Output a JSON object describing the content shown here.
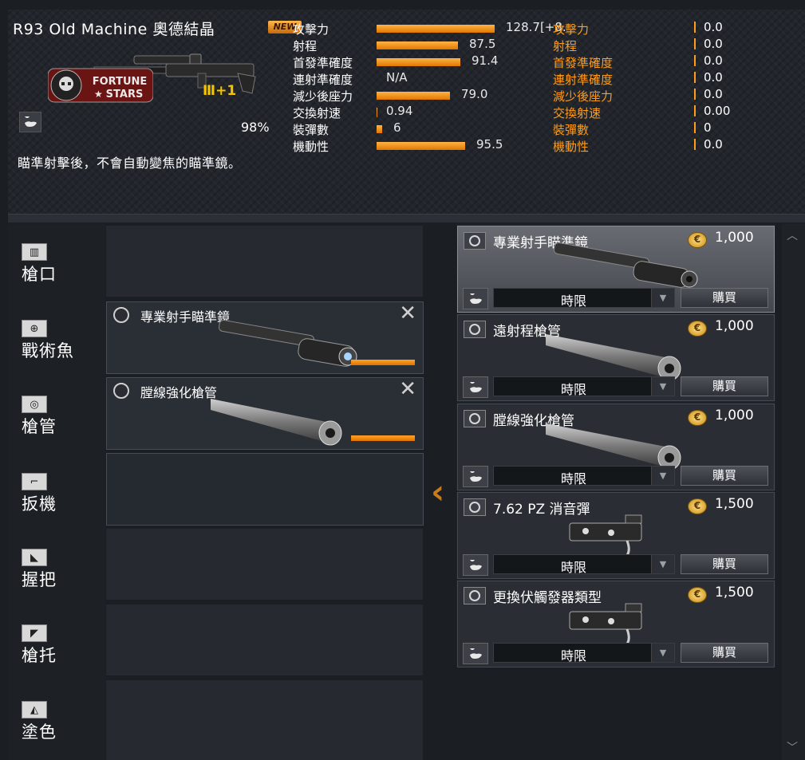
{
  "weapon": {
    "title": "R93 Old Machine 奧德結晶",
    "new_badge": "NEW",
    "brand_line1": "FORTUNE",
    "brand_line2": "STARS",
    "ammo_bonus": "+1",
    "durability": "98%",
    "description": "瞄準射擊後，不會自動變焦的瞄準鏡。"
  },
  "stats": [
    {
      "label": "攻擊力",
      "value": "128.7[+8.",
      "bar": 0.87
    },
    {
      "label": "射程",
      "value": "87.5",
      "bar": 0.6
    },
    {
      "label": "首發準確度",
      "value": "91.4",
      "bar": 0.62
    },
    {
      "label": "連射準確度",
      "value": "N/A",
      "bar": 0
    },
    {
      "label": "減少後座力",
      "value": "79.0",
      "bar": 0.54
    },
    {
      "label": "交換射速",
      "value": "0.94",
      "bar": 0.01
    },
    {
      "label": "裝彈數",
      "value": "6",
      "bar": 0.04
    },
    {
      "label": "機動性",
      "value": "95.5",
      "bar": 0.65
    }
  ],
  "mods": [
    {
      "label": "攻擊力",
      "value": "0.0"
    },
    {
      "label": "射程",
      "value": "0.0"
    },
    {
      "label": "首發準確度",
      "value": "0.0"
    },
    {
      "label": "連射準確度",
      "value": "0.0"
    },
    {
      "label": "減少後座力",
      "value": "0.0"
    },
    {
      "label": "交換射速",
      "value": "0.00"
    },
    {
      "label": "裝彈數",
      "value": "0"
    },
    {
      "label": "機動性",
      "value": "0.0"
    }
  ],
  "categories": [
    {
      "label": "槍口",
      "icon": "muzzle-icon"
    },
    {
      "label": "戰術魚",
      "icon": "scope-icon"
    },
    {
      "label": "槍管",
      "icon": "barrel-icon"
    },
    {
      "label": "扳機",
      "icon": "trigger-icon"
    },
    {
      "label": "握把",
      "icon": "grip-icon"
    },
    {
      "label": "槍托",
      "icon": "stock-icon"
    },
    {
      "label": "塗色",
      "icon": "paint-icon"
    }
  ],
  "equipped": [
    {
      "name": "專業射手瞄準鏡"
    },
    {
      "name": "膛線強化槍管"
    }
  ],
  "shop": [
    {
      "name": "專業射手瞄準鏡",
      "price": "1,000",
      "duration": "時限",
      "buy": "購買",
      "icon": "scope"
    },
    {
      "name": "遠射程槍管",
      "price": "1,000",
      "duration": "時限",
      "buy": "購買",
      "icon": "barrel"
    },
    {
      "name": "膛線強化槍管",
      "price": "1,000",
      "duration": "時限",
      "buy": "購買",
      "icon": "barrel"
    },
    {
      "name": "7.62 PZ 消音彈",
      "price": "1,500",
      "duration": "時限",
      "buy": "購買",
      "icon": "trigger"
    },
    {
      "name": "更換伏觸發器類型",
      "price": "1,500",
      "duration": "時限",
      "buy": "購買",
      "icon": "trigger"
    }
  ],
  "colors": {
    "accent": "#ff9c1a",
    "bar": "#f08a10",
    "panel": "#22262c"
  }
}
